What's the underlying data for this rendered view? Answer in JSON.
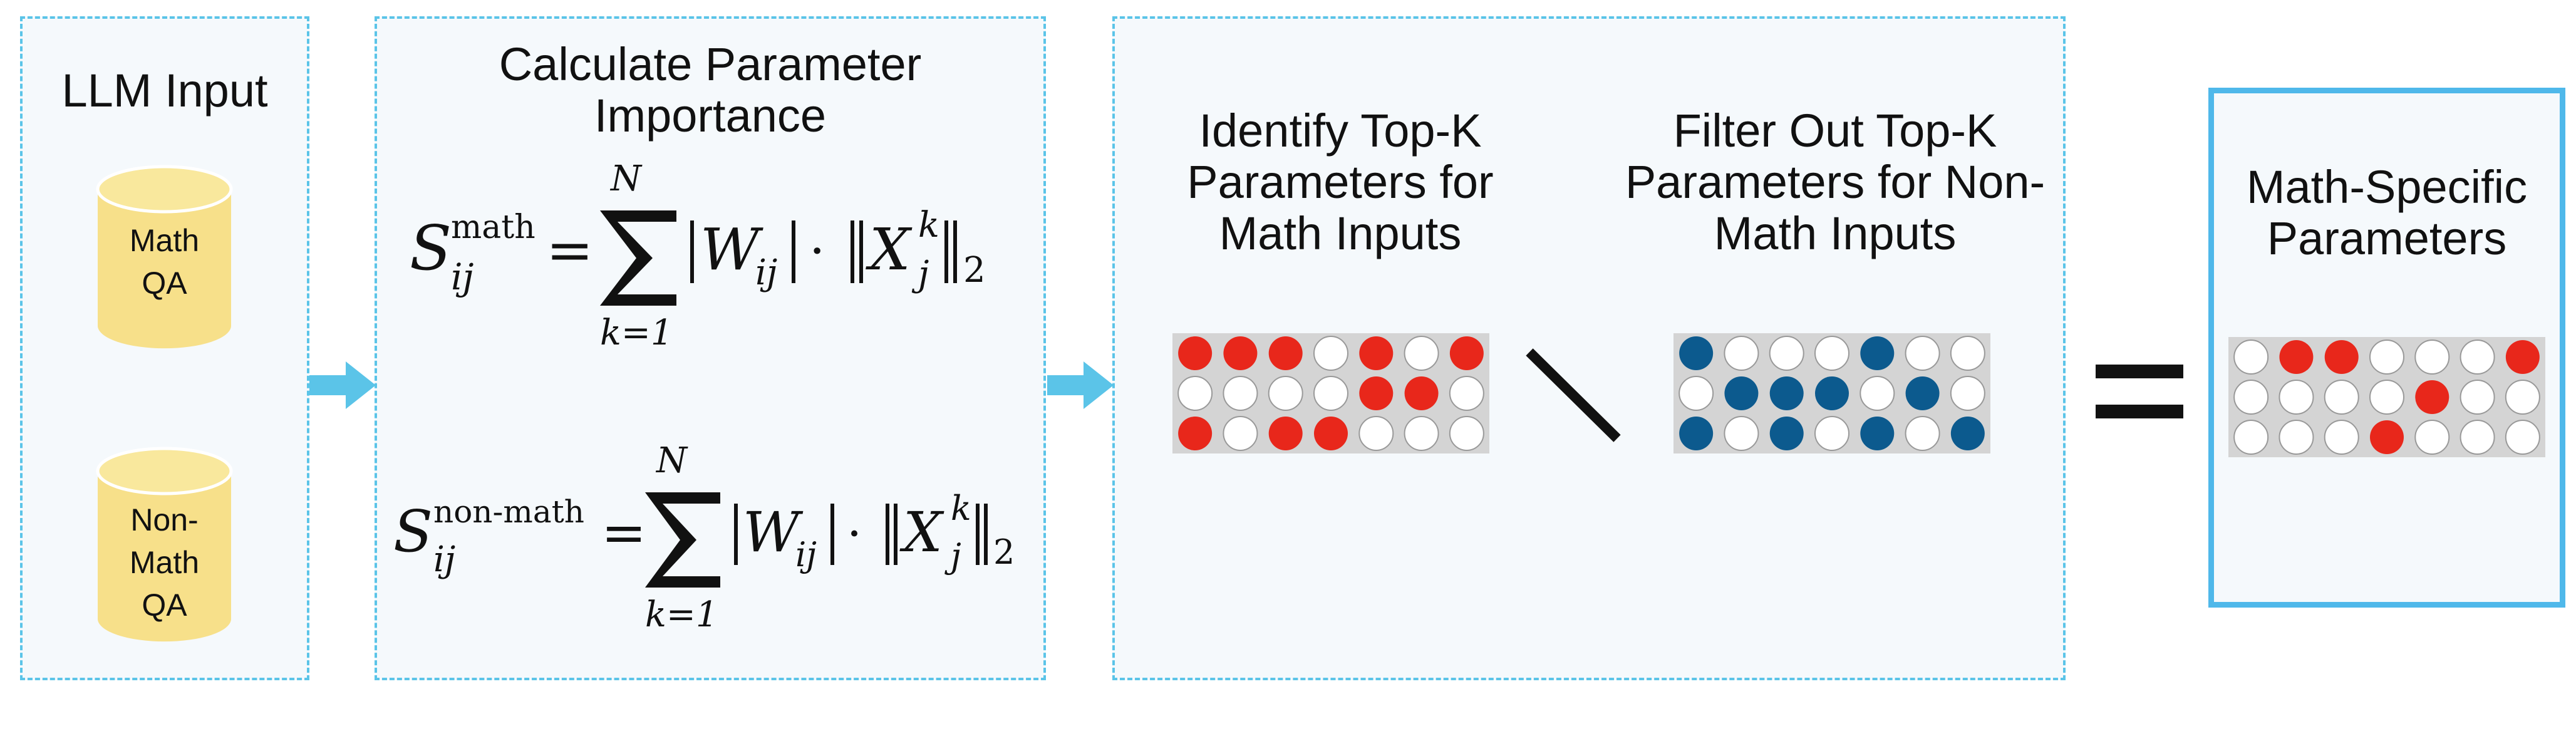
{
  "panels": {
    "input": {
      "title": "LLM Input",
      "datasets": [
        {
          "label": "Math\nQA"
        },
        {
          "label": "Non-\nMath\nQA"
        }
      ]
    },
    "importance": {
      "title": "Calculate Parameter\nImportance",
      "formula_math": {
        "lhs": "S",
        "sup": "math",
        "sub": "ij",
        "upper": "N",
        "lower": "k=1",
        "rhs_sub_k": "k",
        "norm_sub": "2"
      },
      "formula_nonmath": {
        "lhs": "S",
        "sup": "non-math",
        "sub": "ij",
        "upper": "N",
        "lower": "k=1",
        "rhs_sub_k": "k",
        "norm_sub": "2"
      }
    },
    "select": {
      "title_left": "Identify Top-K\nParameters for\nMath Inputs",
      "title_right": "Filter Out Top-K\nParameters for Non-\nMath Inputs"
    },
    "output": {
      "title": "Math-Specific\nParameters"
    }
  },
  "colors": {
    "red": "#e8271b",
    "blue": "#0c5a8e",
    "empty": "#ffffff",
    "grid_bg": "#d4d4d4",
    "accent": "#5bc4e8"
  },
  "grids": {
    "math_topk": [
      [
        "r",
        "r",
        "r",
        "e",
        "r",
        "e",
        "r"
      ],
      [
        "e",
        "e",
        "e",
        "e",
        "r",
        "r",
        "e"
      ],
      [
        "r",
        "e",
        "r",
        "r",
        "e",
        "e",
        "e"
      ]
    ],
    "nonmath_topk": [
      [
        "b",
        "e",
        "e",
        "e",
        "b",
        "e",
        "e"
      ],
      [
        "e",
        "b",
        "b",
        "b",
        "e",
        "b",
        "e"
      ],
      [
        "b",
        "e",
        "b",
        "e",
        "b",
        "e",
        "b"
      ]
    ],
    "math_specific": [
      [
        "e",
        "r",
        "r",
        "e",
        "e",
        "e",
        "r"
      ],
      [
        "e",
        "e",
        "e",
        "e",
        "r",
        "e",
        "e"
      ],
      [
        "e",
        "e",
        "e",
        "r",
        "e",
        "e",
        "e"
      ]
    ]
  }
}
